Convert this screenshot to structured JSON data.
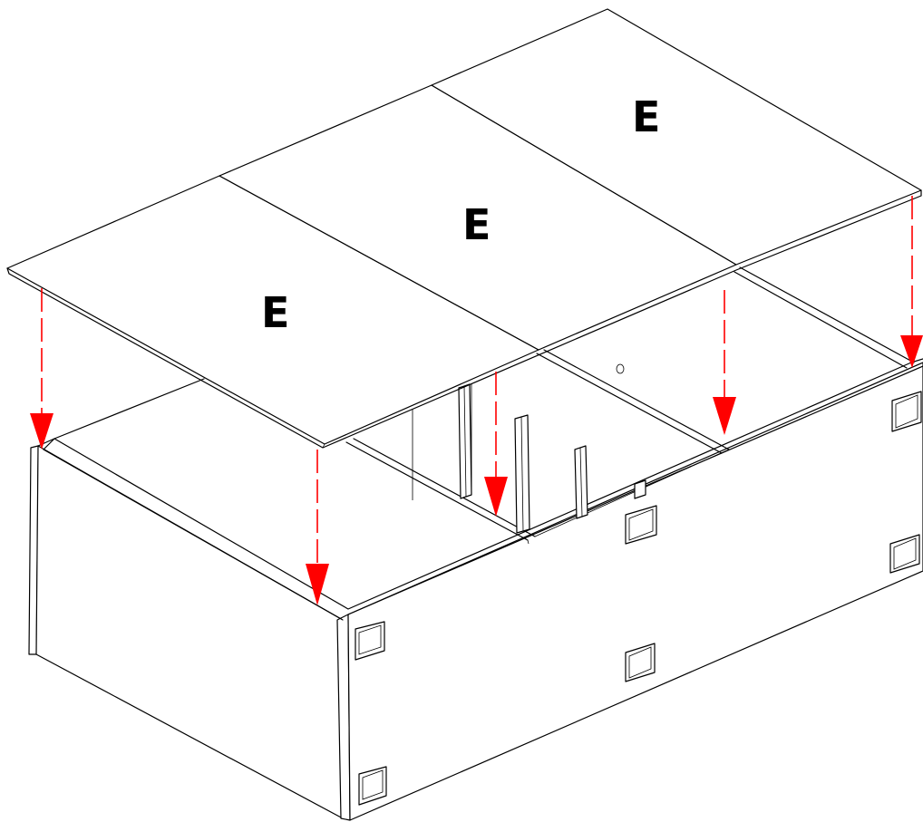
{
  "diagram": {
    "panel_labels": [
      "E",
      "E",
      "E"
    ],
    "arrow_color": "#ff0000",
    "line_color": "#000000"
  }
}
